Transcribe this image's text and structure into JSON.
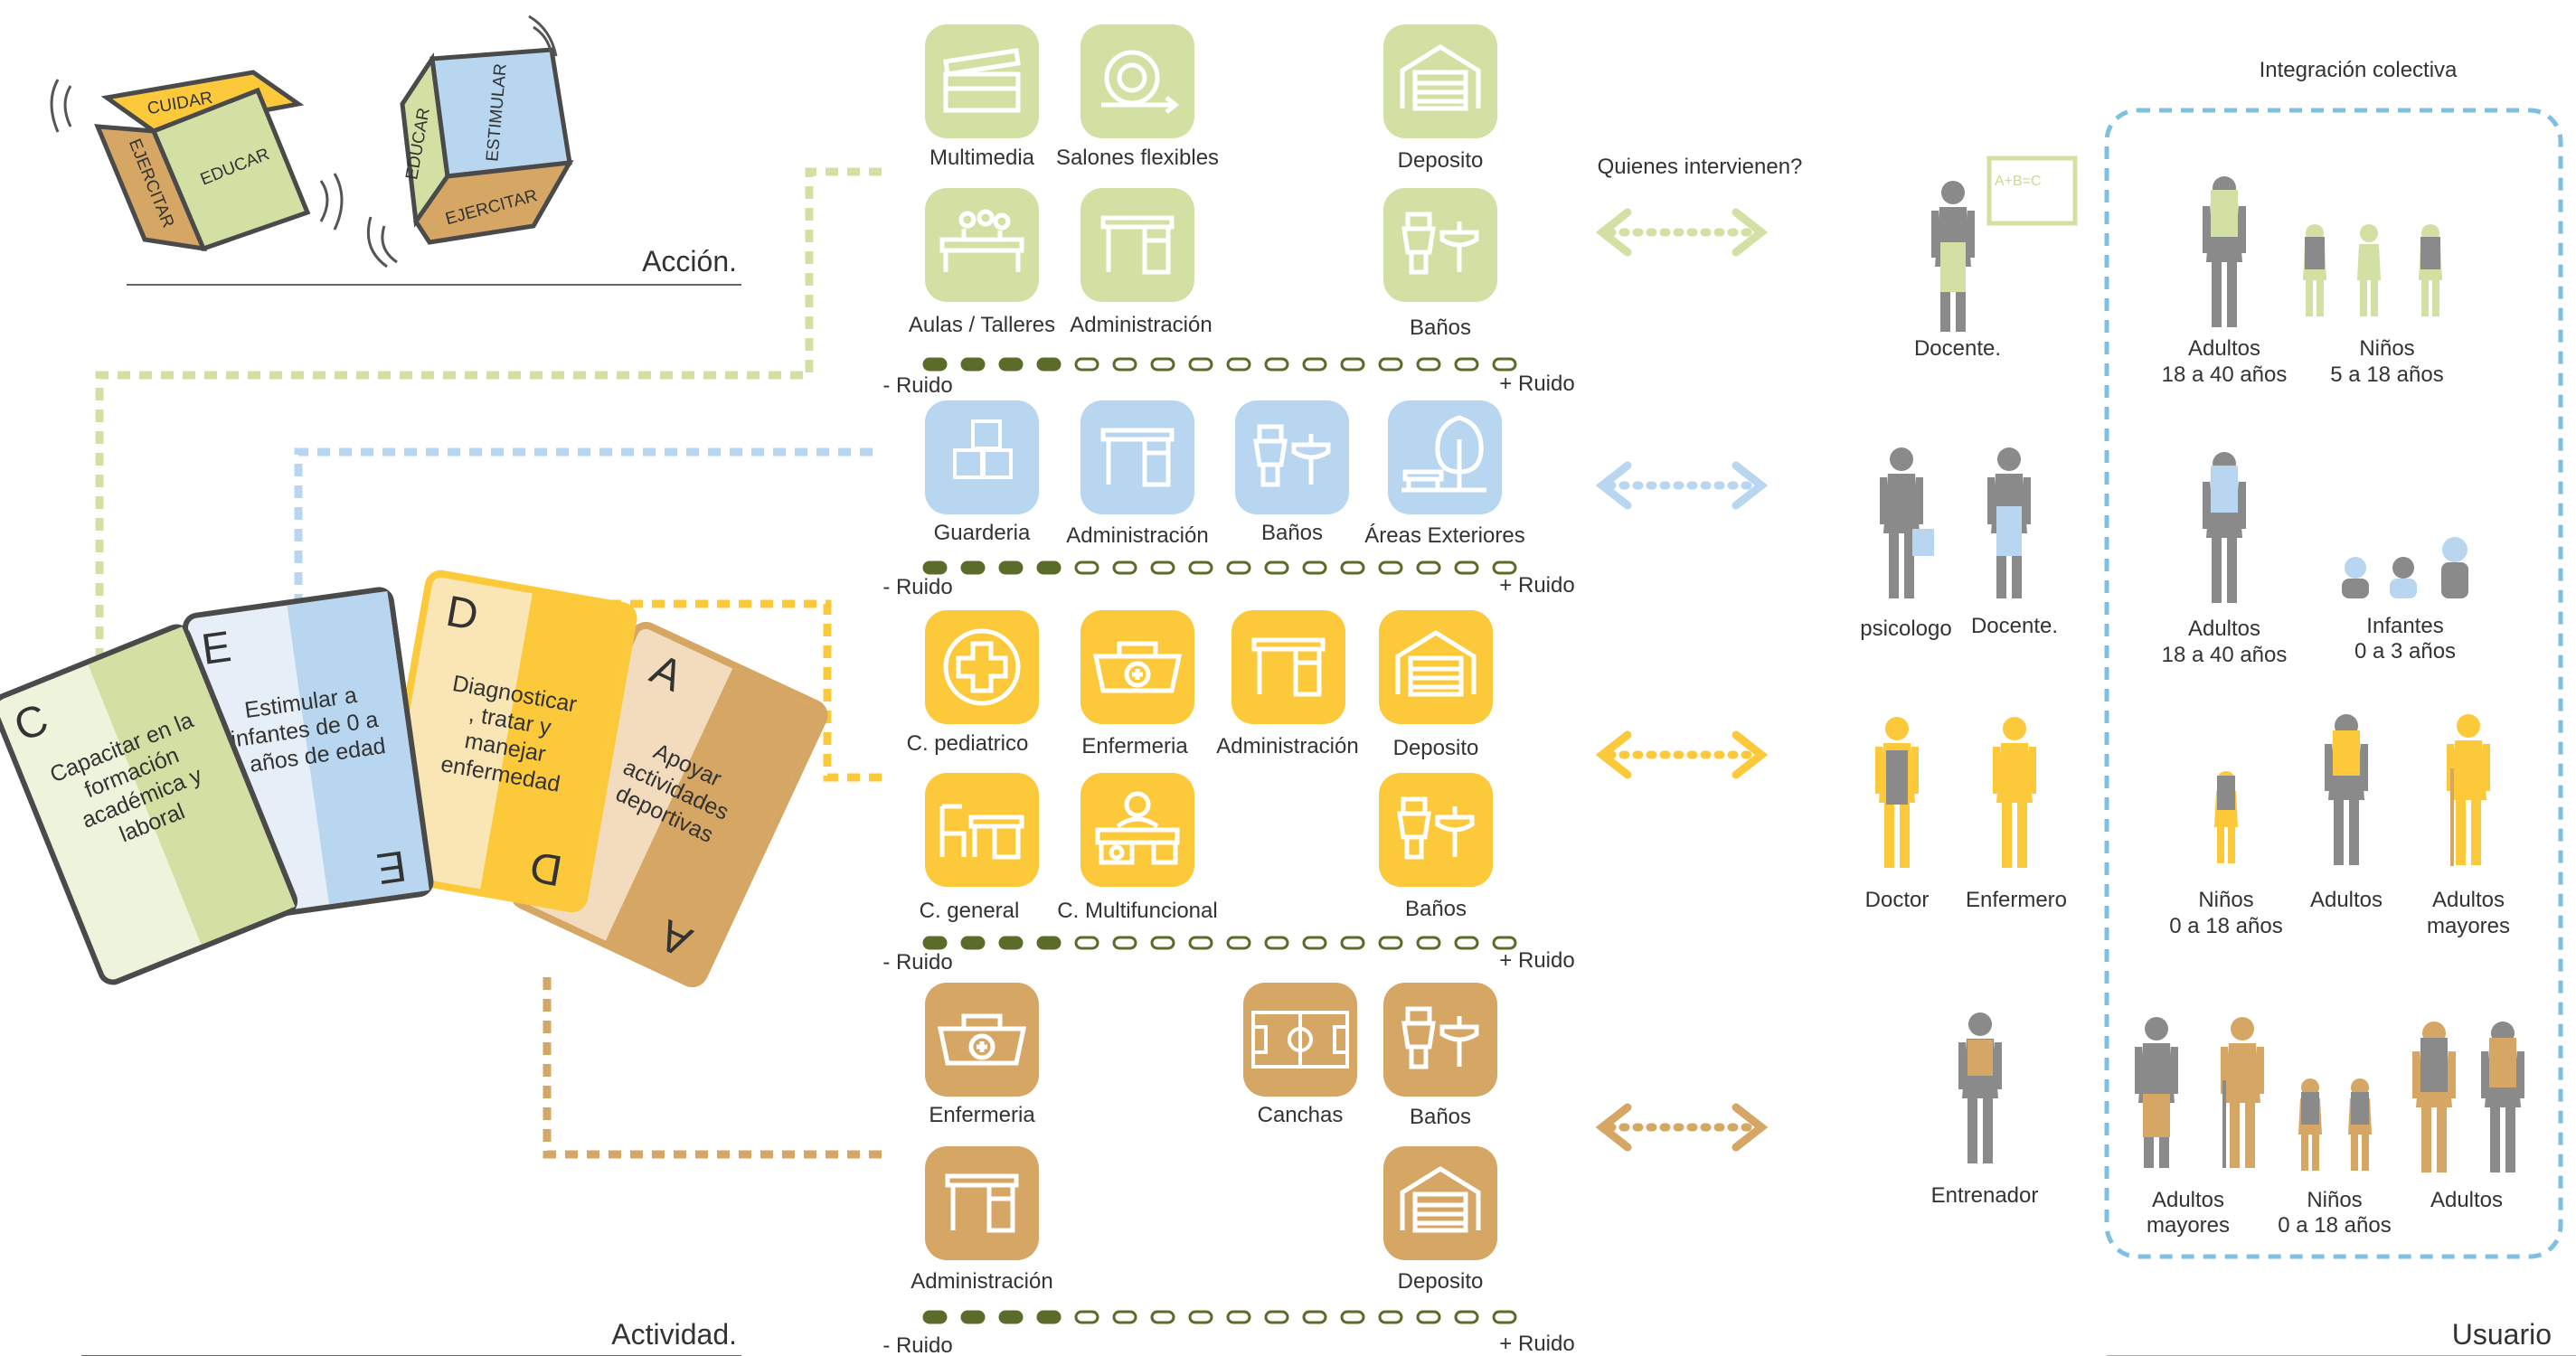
{
  "colors": {
    "green": "#d3e0a4",
    "green_dark": "#5a6b2a",
    "blue": "#b8d6ef",
    "yellow": "#fcc93b",
    "brown": "#d6a664",
    "gray": "#8a8a8a",
    "dashed_border": "#7fbfdf"
  },
  "accion": {
    "label": "Acción.",
    "cube1": {
      "top": "CUIDAR",
      "left": "EJERCITAR",
      "right": "EDUCAR"
    },
    "cube2": {
      "top": "ESTIMULAR",
      "left": "EDUCAR",
      "right": "EJERCITAR"
    }
  },
  "actividad": {
    "label": "Actividad.",
    "cards": [
      {
        "letter": "C",
        "text": [
          "Capacitar en la",
          "formación",
          "académica y",
          "laboral"
        ]
      },
      {
        "letter": "E",
        "text": [
          "Estimular a",
          "infantes de 0 a",
          "3 años de edad"
        ]
      },
      {
        "letter": "D",
        "text": [
          "Diagnosticar",
          ", tratar y",
          "manejar",
          "enfermedad"
        ]
      },
      {
        "letter": "A",
        "text": [
          "Apoyar",
          "actividades",
          "deportivas"
        ]
      }
    ]
  },
  "scale": {
    "minus": "- Ruido",
    "plus": "+ Ruido"
  },
  "question": "Quienes intervienen?",
  "integracion": "Integración colectiva",
  "usuario": "Usuario",
  "spaces": {
    "green": [
      {
        "label": "Multimedia",
        "icon": "clapperboard-icon"
      },
      {
        "label": "Salones flexibles",
        "icon": "flexible-room-icon"
      },
      {
        "label": "Deposito",
        "icon": "garage-icon"
      },
      {
        "label": "Aulas / Talleres",
        "icon": "classroom-icon"
      },
      {
        "label": "Administración",
        "icon": "desk-icon"
      },
      {
        "label": "Baños",
        "icon": "toilet-sink-icon"
      }
    ],
    "blue": [
      {
        "label": "Guarderia",
        "icon": "abc-blocks-icon"
      },
      {
        "label": "Administración",
        "icon": "desk-icon"
      },
      {
        "label": "Baños",
        "icon": "toilet-sink-icon"
      },
      {
        "label": "Áreas Exteriores",
        "icon": "tree-bench-icon"
      }
    ],
    "yellow": [
      {
        "label": "C. pediatrico",
        "icon": "medical-cross-icon"
      },
      {
        "label": "Enfermeria",
        "icon": "first-aid-kit-icon"
      },
      {
        "label": "Administración",
        "icon": "desk-icon"
      },
      {
        "label": "Deposito",
        "icon": "garage-icon"
      },
      {
        "label": "C. general",
        "icon": "table-chair-icon"
      },
      {
        "label": "C. Multifuncional",
        "icon": "doctor-desk-icon"
      },
      {
        "label": "Baños",
        "icon": "toilet-sink-icon"
      }
    ],
    "brown": [
      {
        "label": "Enfermeria",
        "icon": "first-aid-kit-icon"
      },
      {
        "label": "Canchas",
        "icon": "football-field-icon"
      },
      {
        "label": "Baños",
        "icon": "toilet-sink-icon"
      },
      {
        "label": "Administración",
        "icon": "desk-icon"
      },
      {
        "label": "Deposito",
        "icon": "garage-icon"
      }
    ]
  },
  "actors": {
    "green": [
      "Docente."
    ],
    "blue": [
      "psicologo",
      "Docente."
    ],
    "yellow": [
      "Doctor",
      "Enfermero"
    ],
    "brown": [
      "Entrenador"
    ]
  },
  "users": {
    "green": [
      {
        "name": "Adultos",
        "range": "18 a 40 años"
      },
      {
        "name": "Niños",
        "range": "5 a 18 años"
      }
    ],
    "blue": [
      {
        "name": "Adultos",
        "range": "18 a 40 años"
      },
      {
        "name": "Infantes",
        "range": "0 a 3 años"
      }
    ],
    "yellow": [
      {
        "name": "Niños",
        "range": "0 a 18 años"
      },
      {
        "name": "Adultos",
        "range": ""
      },
      {
        "name": "Adultos",
        "range": "mayores"
      }
    ],
    "brown": [
      {
        "name": "Adultos",
        "range": "mayores"
      },
      {
        "name": "Niños",
        "range": "0 a 18 años"
      },
      {
        "name": "Adultos",
        "range": ""
      }
    ]
  }
}
